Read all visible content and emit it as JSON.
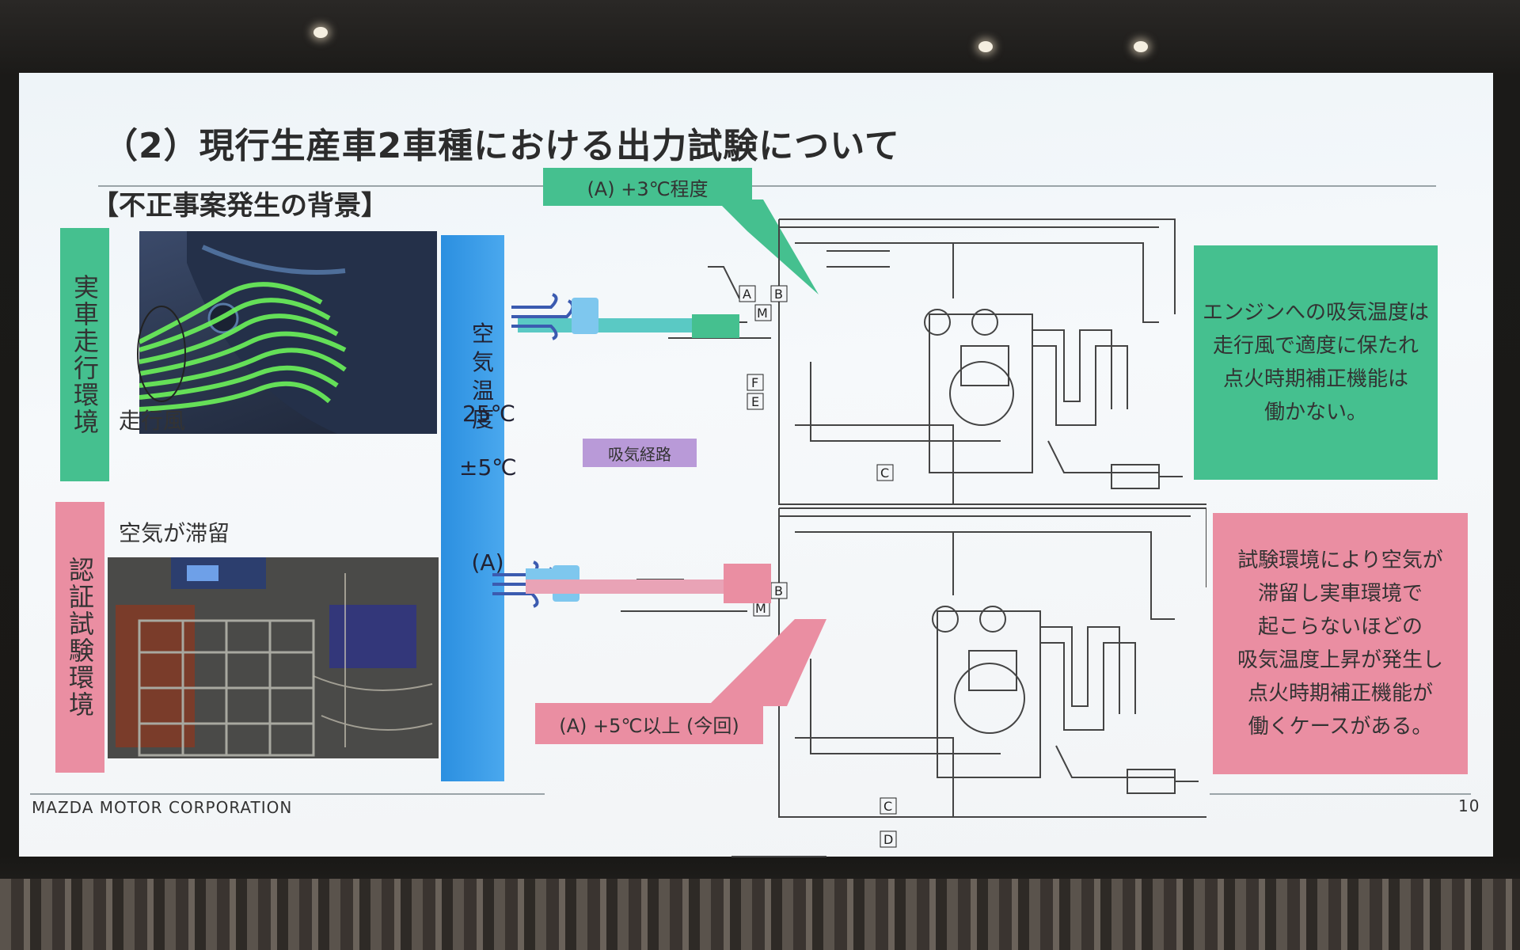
{
  "slide": {
    "title": "（2）現行生産車2車種における出力試験について",
    "subtitle": "【不正事案発生の背景】",
    "labels": {
      "real_env": "実車走行環境",
      "cert_env": "認証試験環境",
      "running_wind": "走行風",
      "air_stagnant": "空気が滞留"
    },
    "intake_temp": {
      "label": "空気温度",
      "value": "25℃",
      "tolerance": "±5℃",
      "marker": "(A)"
    },
    "callouts": {
      "top": "(A) +3℃程度",
      "bottom": "(A) +5℃以上 (今回)",
      "intake_path": "吸気経路"
    },
    "diagram_letters": [
      "A",
      "B",
      "M",
      "F",
      "E",
      "C",
      "D"
    ],
    "side_notes": {
      "green": [
        "エンジンへの吸気温度は",
        "走行風で適度に保たれ",
        "点火時期補正機能は",
        "働かない。"
      ],
      "red": [
        "試験環境により空気が",
        "滞留し実車環境で",
        "起こらないほどの",
        "吸気温度上昇が発生し",
        "点火時期補正機能が",
        "働くケースがある。"
      ]
    },
    "footer": {
      "company": "MAZDA MOTOR CORPORATION",
      "page": "10"
    }
  },
  "colors": {
    "green": "#45c08f",
    "red": "#ea8ea2",
    "blue": "#2b8fe0",
    "purple": "#9b7fc2"
  }
}
